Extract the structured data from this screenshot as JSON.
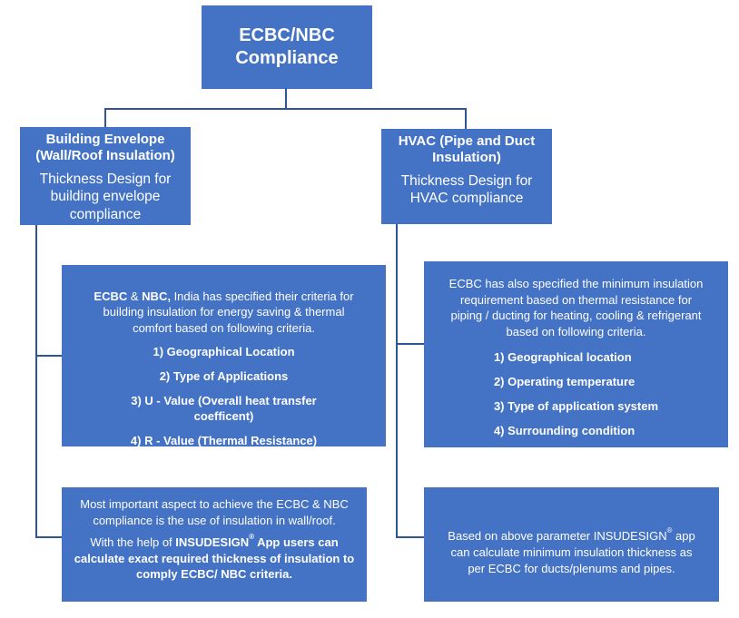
{
  "colors": {
    "box_fill": "#4472C4",
    "connector_line": "#2F5597",
    "text": "#ffffff"
  },
  "top_box": {
    "title": "ECBC/NBC\nCompliance"
  },
  "left_branch": {
    "title": "Building Envelope\n(Wall/Roof Insulation)",
    "subtitle": "Thickness Design for\nbuilding envelope\ncompliance"
  },
  "right_branch": {
    "title": "HVAC (Pipe and Duct\nInsulation)",
    "subtitle": "Thickness Design for\nHVAC compliance"
  },
  "left_criteria": {
    "intro_parts": [
      {
        "text": "ECBC",
        "bold": true
      },
      {
        "text": " & ",
        "bold": false
      },
      {
        "text": "NBC,",
        "bold": true
      },
      {
        "text": " India has specified their criteria for\nbuilding insulation for energy saving & thermal\ncomfort based on following criteria.",
        "bold": false
      }
    ],
    "items": [
      "1) Geographical Location",
      "2) Type of Applications",
      "3) U - Value (Overall heat transfer\ncoefficent)",
      "4) R - Value (Thermal Resistance)"
    ]
  },
  "right_criteria": {
    "intro": "ECBC has also specified the minimum insulation\nrequirement based on thermal resistance for\npiping / ducting for heating, cooling & refrigerant\nbased on following  criteria.",
    "items": [
      "1) Geographical location",
      "2) Operating temperature",
      "3) Type of application system",
      "4) Surrounding condition"
    ]
  },
  "left_summary": {
    "line1": "Most important aspect to achieve the ECBC & NBC\ncompliance is the use of insulation in wall/roof.",
    "line2_prefix": "With the help of ",
    "line2_brand": "INSUDESIGN",
    "reg_mark": "®",
    "line2_suffix": " App users can calculate exact required thickness of insulation to comply ECBC/ NBC criteria."
  },
  "right_summary": {
    "prefix": "Based on above parameter INSUDESIGN",
    "reg_mark": "®",
    "suffix": " app\ncan calculate minimum insulation thickness as\nper ECBC for ducts/plenums and pipes."
  }
}
